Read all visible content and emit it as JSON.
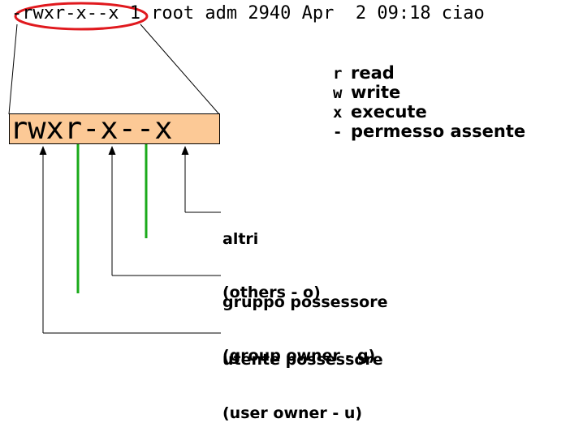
{
  "ls_line": "-rwxr-x--x 1 root adm 2940 Apr  2 09:18 ciao",
  "permissions": "rwxr-x--x",
  "legend": [
    {
      "symbol": "r",
      "text": "read"
    },
    {
      "symbol": "w",
      "text": "write"
    },
    {
      "symbol": "x",
      "text": "execute"
    },
    {
      "symbol": "-",
      "text": "permesso assente"
    }
  ],
  "labels": {
    "others": {
      "line1": "altri",
      "line2": "(others - o)"
    },
    "group": {
      "line1": "gruppo possessore",
      "line2": "(group owner - g)"
    },
    "user": {
      "line1": "utente possessore",
      "line2": "(user owner - u)"
    }
  },
  "colors": {
    "box_fill": "#fcc996",
    "divider": "#1aaa1a",
    "highlight_ellipse": "#e0191e"
  }
}
